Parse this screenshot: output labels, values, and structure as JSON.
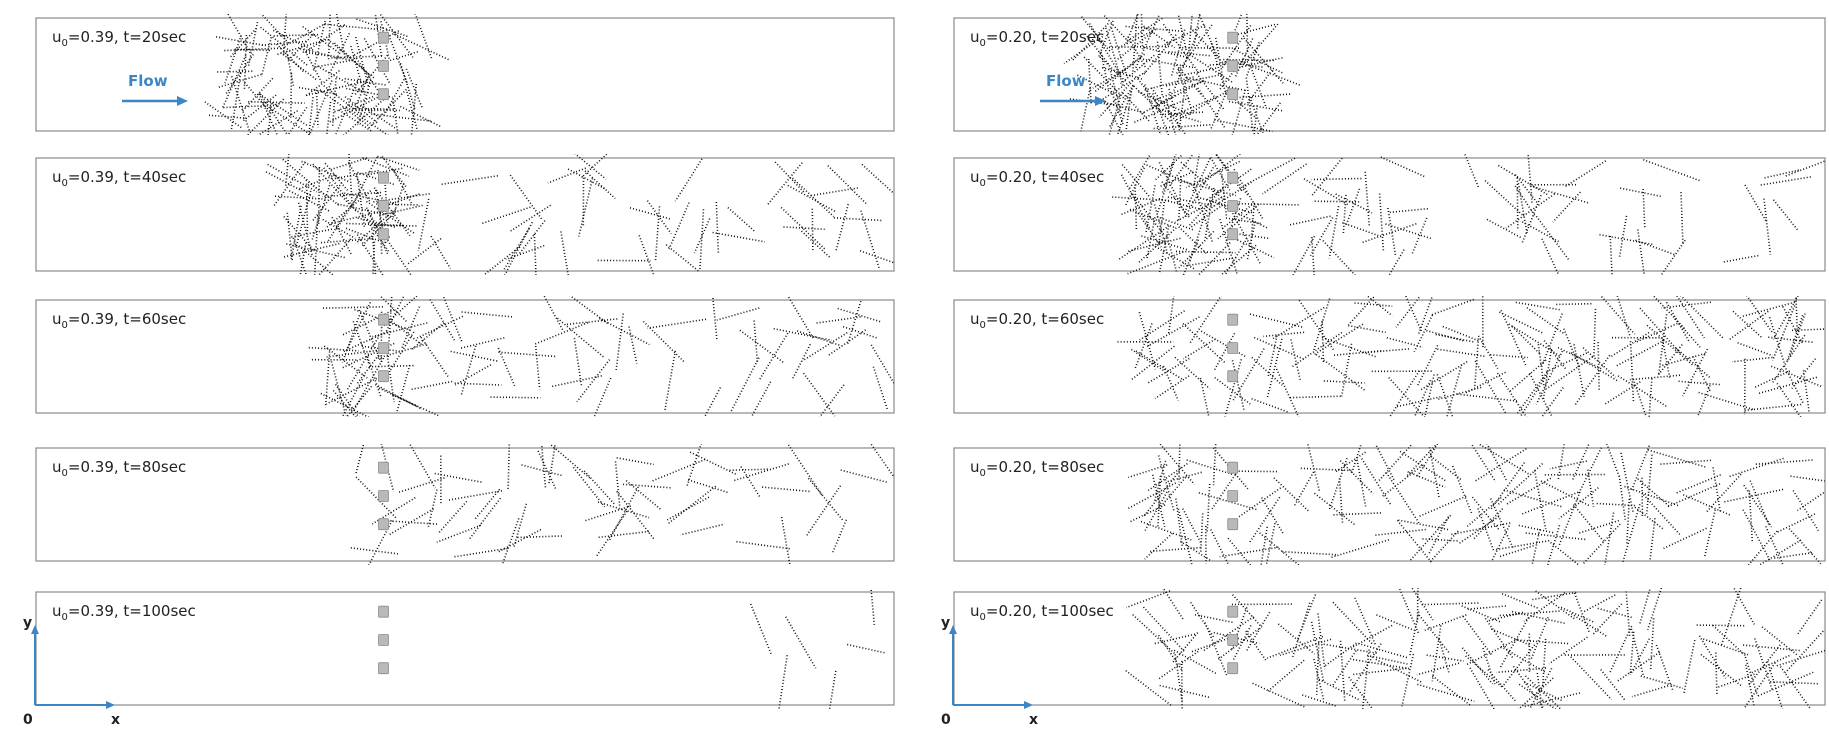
{
  "columns": [
    {
      "panels": [
        {
          "u_sym": "u",
          "u_sub": "0",
          "rest": "=0.39, t=20sec",
          "pattern": "dense",
          "seed": 11,
          "count": 105
        },
        {
          "u_sym": "u",
          "u_sub": "0",
          "rest": "=0.39, t=40sec",
          "pattern": "clog_spread",
          "seed": 23,
          "count": 125
        },
        {
          "u_sym": "u",
          "u_sub": "0",
          "rest": "=0.39, t=60sec",
          "pattern": "partial",
          "seed": 37,
          "count": 95
        },
        {
          "u_sym": "u",
          "u_sub": "0",
          "rest": "=0.39, t=80sec",
          "pattern": "sparse",
          "seed": 41,
          "count": 60
        },
        {
          "u_sym": "u",
          "u_sub": "0",
          "rest": "=0.39, t=100sec",
          "pattern": "few",
          "seed": 53,
          "count": 6
        }
      ]
    },
    {
      "panels": [
        {
          "u_sym": "u",
          "u_sub": "0",
          "rest": "=0.20, t=20sec",
          "pattern": "dense",
          "seed": 67,
          "count": 115
        },
        {
          "u_sym": "u",
          "u_sub": "0",
          "rest": "=0.20, t=40sec",
          "pattern": "clog_spread",
          "seed": 71,
          "count": 135
        },
        {
          "u_sym": "u",
          "u_sub": "0",
          "rest": "=0.20, t=60sec",
          "pattern": "full",
          "seed": 83,
          "count": 160
        },
        {
          "u_sym": "u",
          "u_sub": "0",
          "rest": "=0.20, t=80sec",
          "pattern": "full",
          "seed": 97,
          "count": 150
        },
        {
          "u_sym": "u",
          "u_sub": "0",
          "rest": "=0.20, t=100sec",
          "pattern": "full",
          "seed": 103,
          "count": 150
        }
      ]
    }
  ],
  "flow_label": "Flow",
  "axes": {
    "origin": "0",
    "x": "x",
    "y": "y"
  },
  "colors": {
    "border": "#8a8a8a",
    "flow": "#3a86c6",
    "dots": "#111111",
    "obstacle": "#b9b9b9"
  }
}
